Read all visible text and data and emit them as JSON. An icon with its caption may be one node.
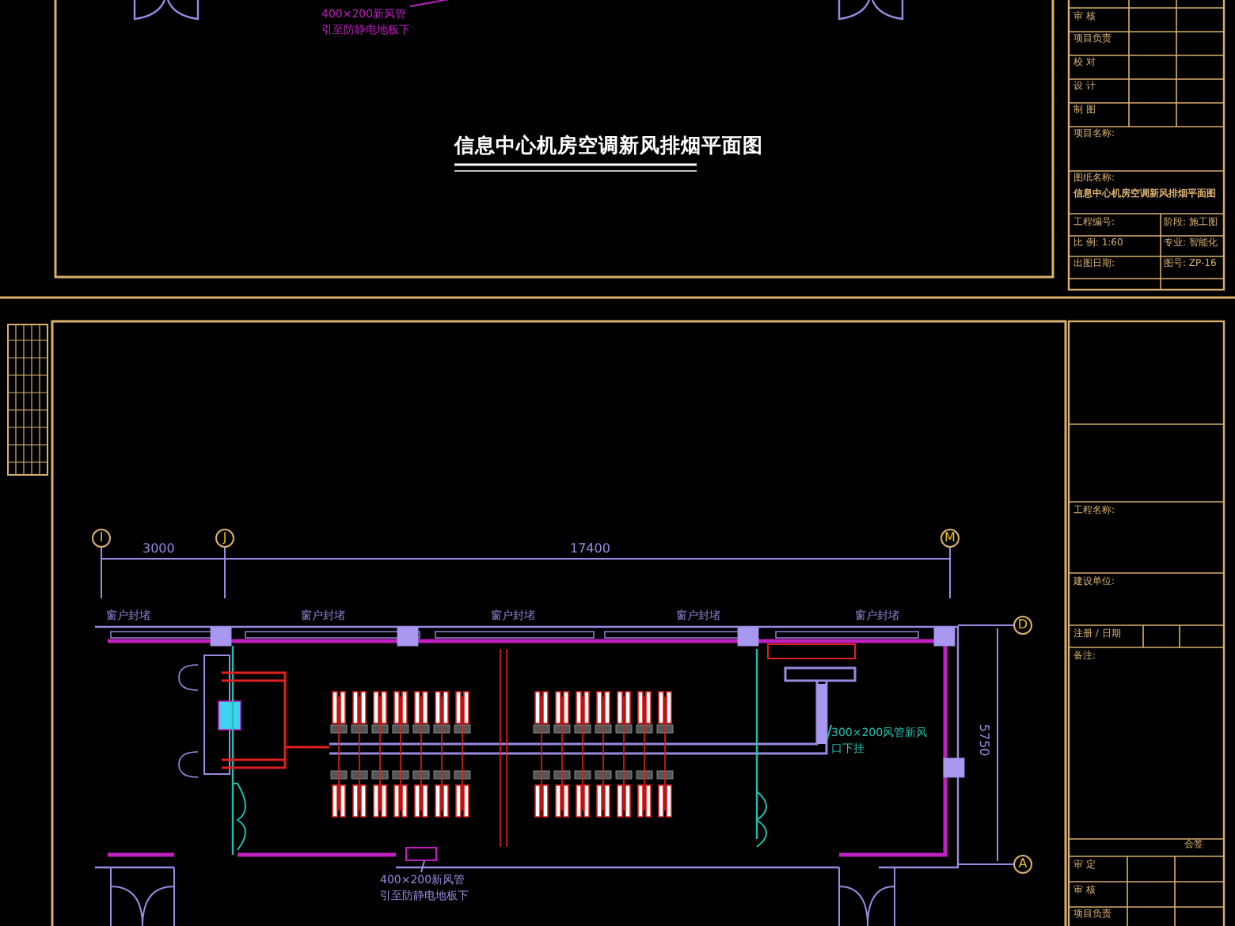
{
  "diagram": {
    "title": "信息中心机房空调新风排烟平面图",
    "nodes": [
      {
        "text": [
          "400×200新风管引至防静电地板下"
        ]
      },
      {
        "text": [
          "400×200新风管引至防静电地板下"
        ]
      },
      {
        "text": [],
        "shape": "box"
      },
      {
        "text": [
          "300×200风管新风口下挂"
        ]
      },
      {
        "text": [],
        "shape": "bar"
      },
      {
        "text": [
          "I"
        ]
      },
      {
        "text": [
          "J"
        ]
      },
      {
        "text": [
          "M"
        ]
      },
      {
        "text": [
          "D"
        ]
      },
      {
        "text": [
          "A"
        ]
      }
    ],
    "edges": [
      {
        "from": 0,
        "to": null,
        "arrow": "none",
        "color": "#c020c0"
      },
      {
        "from": 1,
        "to": 2,
        "arrow": "none",
        "color": "#9a8ae0"
      },
      {
        "from": 3,
        "to": 4,
        "arrow": "none",
        "color": "#20c0b0"
      }
    ],
    "labels": [
      "3000",
      "17400",
      "5750",
      "窗户封堵",
      "窗户封堵",
      "窗户封堵",
      "窗户封堵",
      "窗户封堵",
      "审 核",
      "项目负责",
      "校 对",
      "设 计",
      "制 图",
      "项目名称:",
      "图纸名称:",
      "信息中心机房空调新风排烟平面图",
      "工程编号:",
      "阶段: 施工图",
      "比 例: 1:60",
      "专业: 智能化",
      "出图日期:",
      "图号: ZP-16",
      "工程名称:",
      "建设单位:",
      "注册 / 日期",
      "备注:",
      "会签",
      "审 定",
      "审 核",
      "项目负责"
    ]
  }
}
